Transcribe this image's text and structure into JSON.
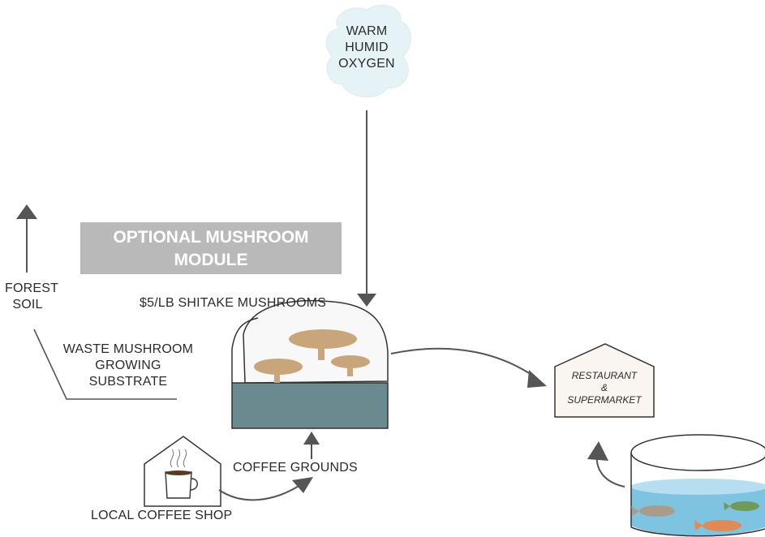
{
  "cloud": {
    "lines": [
      "WARM",
      "HUMID",
      "OXYGEN"
    ]
  },
  "module_title": {
    "line1": "OPTIONAL MUSHROOM",
    "line2": "MODULE"
  },
  "product_label": "$5/LB SHITAKE MUSHROOMS",
  "forest_soil": {
    "line1": "FOREST",
    "line2": "SOIL"
  },
  "waste_label": {
    "line1": "WASTE MUSHROOM",
    "line2": "GROWING",
    "line3": "SUBSTRATE"
  },
  "coffee_grounds": "COFFEE GROUNDS",
  "coffee_shop": "LOCAL COFFEE SHOP",
  "restaurant": {
    "line1": "RESTAURANT",
    "line2": "&",
    "line3": "SUPERMARKET"
  },
  "colors": {
    "cloud": "#e6f3f6",
    "module_band": "#b9b9b9",
    "mushroom": "#c9a57c",
    "greenhouse_base": "#6a8a8f",
    "arrow": "#555555",
    "water": "#7ec3df",
    "fish_orange": "#e08a55",
    "fish_green": "#6f9a5a",
    "fish_gray": "#a99c8c"
  }
}
